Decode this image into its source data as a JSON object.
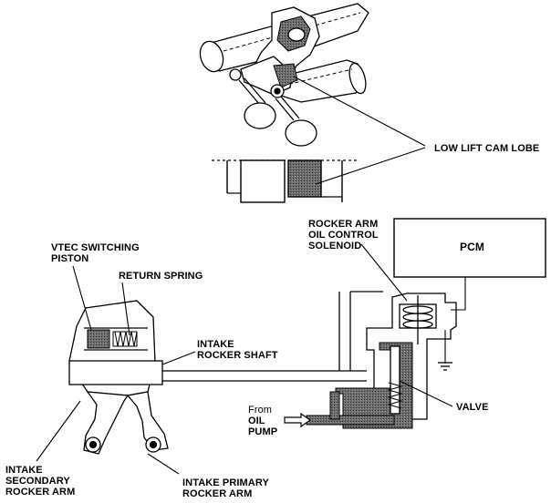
{
  "labels": {
    "low_lift_cam_lobe": "LOW LIFT CAM LOBE",
    "rocker_arm_solenoid": [
      "ROCKER ARM",
      "OIL CONTROL",
      "SOLENOID"
    ],
    "pcm": "PCM",
    "vtec_switching_piston": [
      "VTEC SWITCHING",
      "PISTON"
    ],
    "return_spring": "RETURN SPRING",
    "intake_rocker_shaft": [
      "INTAKE",
      "ROCKER SHAFT"
    ],
    "valve": "VALVE",
    "from_oil_pump": [
      "From",
      "OIL",
      "PUMP"
    ],
    "intake_secondary_rocker_arm": [
      "INTAKE",
      "SECONDARY",
      "ROCKER ARM"
    ],
    "intake_primary_rocker_arm": [
      "INTAKE PRIMARY",
      "ROCKER ARM"
    ]
  }
}
